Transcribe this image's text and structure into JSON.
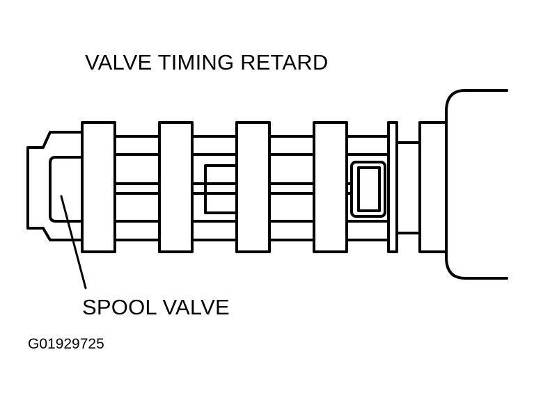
{
  "diagram": {
    "title": "VALVE TIMING RETARD",
    "callout_label": "SPOOL VALVE",
    "figure_id": "G01929725",
    "colors": {
      "line": "#000000",
      "background": "#ffffff"
    }
  }
}
